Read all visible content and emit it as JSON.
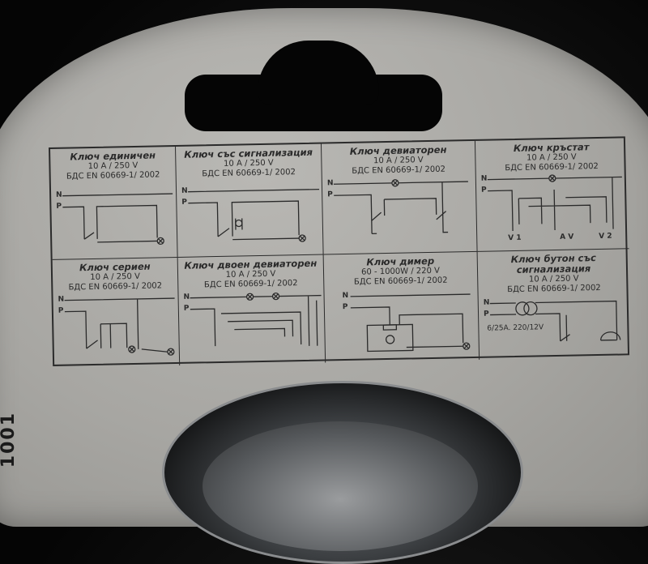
{
  "side_code": "1001",
  "cells": [
    {
      "title": "Ключ единичен",
      "specs": [
        "10 A / 250 V",
        "БДС EN 60669-1/ 2002"
      ],
      "labels": [
        "N",
        "P"
      ]
    },
    {
      "title": "Ключ със сигнализация",
      "specs": [
        "10 A / 250 V",
        "БДС EN 60669-1/ 2002"
      ],
      "labels": [
        "N",
        "P"
      ]
    },
    {
      "title": "Ключ девиаторен",
      "specs": [
        "10 A / 250 V",
        "БДС EN 60669-1/ 2002"
      ],
      "labels": [
        "N",
        "P"
      ]
    },
    {
      "title": "Ключ кръстат",
      "specs": [
        "10 A / 250 V",
        "БДС EN 60669-1/ 2002"
      ],
      "labels": [
        "N",
        "P",
        "V 1",
        "A V",
        "V 2"
      ]
    },
    {
      "title": "Ключ сериен",
      "specs": [
        "10 A / 250 V",
        "БДС EN 60669-1/ 2002"
      ],
      "labels": [
        "N",
        "P"
      ]
    },
    {
      "title": "Ключ двоен девиаторен",
      "specs": [
        "10 A / 250 V",
        "БДС EN 60669-1/ 2002"
      ],
      "labels": [
        "N",
        "P"
      ]
    },
    {
      "title": "Ключ димер",
      "specs": [
        "60 - 1000W / 220 V",
        "БДС EN 60669-1/ 2002"
      ],
      "labels": [
        "N",
        "P"
      ]
    },
    {
      "title": "Ключ бутон със сигнализация",
      "specs": [
        "10 A / 250 V",
        "БДС EN 60669-1/ 2002"
      ],
      "labels": [
        "N",
        "P",
        "6/25A. 220/12V"
      ]
    }
  ]
}
